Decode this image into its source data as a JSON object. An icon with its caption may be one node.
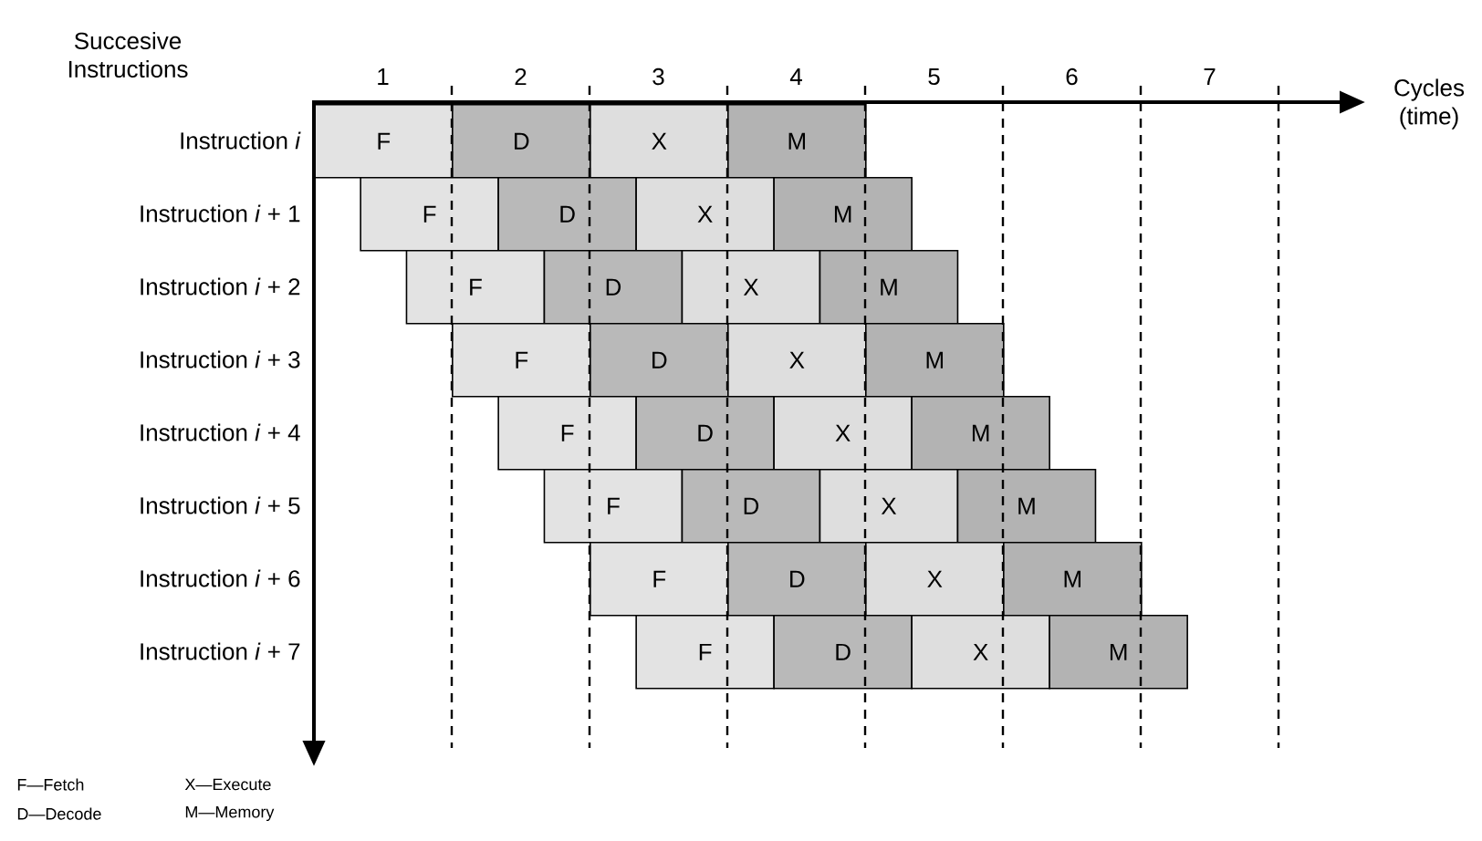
{
  "diagram": {
    "nodes": [
      {
        "text": [
          "F"
        ]
      },
      {
        "text": [
          "D"
        ]
      },
      {
        "text": [
          "X"
        ]
      },
      {
        "text": [
          "M"
        ]
      },
      {
        "text": [
          "F"
        ]
      },
      {
        "text": [
          "D"
        ]
      },
      {
        "text": [
          "X"
        ]
      },
      {
        "text": [
          "M"
        ]
      },
      {
        "text": [
          "F"
        ]
      },
      {
        "text": [
          "D"
        ]
      },
      {
        "text": [
          "X"
        ]
      },
      {
        "text": [
          "M"
        ]
      },
      {
        "text": [
          "F"
        ]
      },
      {
        "text": [
          "D"
        ]
      },
      {
        "text": [
          "X"
        ]
      },
      {
        "text": [
          "M"
        ]
      },
      {
        "text": [
          "F"
        ]
      },
      {
        "text": [
          "D"
        ]
      },
      {
        "text": [
          "X"
        ]
      },
      {
        "text": [
          "M"
        ]
      },
      {
        "text": [
          "F"
        ]
      },
      {
        "text": [
          "D"
        ]
      },
      {
        "text": [
          "X"
        ]
      },
      {
        "text": [
          "M"
        ]
      },
      {
        "text": [
          "F"
        ]
      },
      {
        "text": [
          "D"
        ]
      },
      {
        "text": [
          "X"
        ]
      },
      {
        "text": [
          "M"
        ]
      },
      {
        "text": [
          "F"
        ]
      },
      {
        "text": [
          "D"
        ]
      },
      {
        "text": [
          "X"
        ]
      },
      {
        "text": [
          "M"
        ]
      }
    ],
    "labels": [
      "Succesive Instructions",
      "1",
      "2",
      "3",
      "4",
      "5",
      "6",
      "7",
      "Cycles (time)",
      "Instruction *i*",
      "Instruction *i* + 1",
      "Instruction *i* + 2",
      "Instruction *i* + 3",
      "Instruction *i* + 4",
      "Instruction *i* + 5",
      "Instruction *i* + 6",
      "Instruction *i* + 7",
      "F—Fetch",
      "X—Execute",
      "D—Decode",
      "M—Memory"
    ]
  }
}
